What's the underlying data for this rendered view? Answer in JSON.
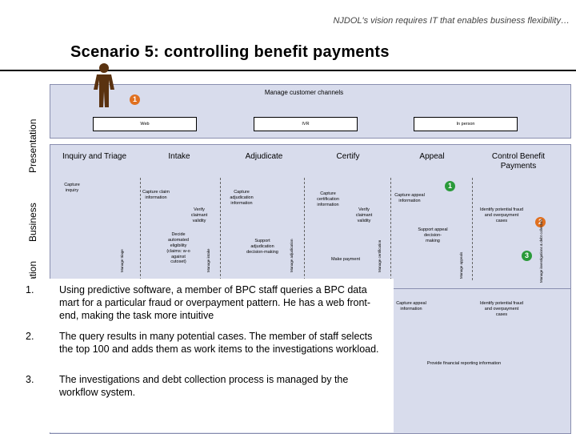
{
  "header": {
    "tagline": "NJDOL's vision requires IT that enables business flexibility…"
  },
  "title": "Scenario 5: controlling benefit payments",
  "bands": {
    "presentation": "Presentation",
    "business": "Business",
    "integration": "ation"
  },
  "channels": {
    "title": "Manage customer channels",
    "marker": "1",
    "web": "Web",
    "ivr": "IVR",
    "in_person": "In person"
  },
  "stages": [
    "Inquiry and Triage",
    "Intake",
    "Adjudicate",
    "Certify",
    "Appeal",
    "Control Benefit Payments"
  ],
  "process": {
    "capture_inquiry": "Capture inquiry",
    "capture_claim": "Capture claim information",
    "verify_claimant_1": "Verify claimant validity",
    "decide_eligibility": "Decide automated eligibility (claims: w-o against cutoset)",
    "capture_adjudication": "Capture adjudication information",
    "support_adjudication": "Support adjudication decision-making",
    "capture_certification": "Capture certification information",
    "verify_claimant_2": "Verify claimant validity",
    "make_payment": "Make payment",
    "capture_appeal": "Capture appeal information",
    "support_appeal": "Support appeal decision-making",
    "identify_fraud": "Identify potential fraud and overpayment cases",
    "capture_appeal_lower": "Capture appeal information",
    "identify_fraud_lower": "Identify potential fraud and overpayment cases",
    "provide_reporting": "Provide financial reporting information"
  },
  "vertical_labels": {
    "manage_triage": "Manage triage",
    "manage_intake": "Manage intake",
    "manage_adjudication": "Manage adjudication",
    "manage_certification": "Manage certification",
    "manage_appeals": "Manage appeals",
    "manage_investigations": "Manage investigations & debt collection"
  },
  "markers": {
    "appeal": "1",
    "fraud": "2",
    "investigations": "3"
  },
  "notes": [
    {
      "num": "1.",
      "text": "Using predictive software, a member of BPC staff queries a BPC data mart for a particular fraud or overpayment pattern. He has a web front-end, making the task more intuitive"
    },
    {
      "num": "2.",
      "text": "The query results in many potential cases. The member of staff selects the top 100 and adds them as work items to the investigations workload."
    },
    {
      "num": "3.",
      "text": "The investigations and debt collection process is managed by the workflow system."
    }
  ],
  "colors": {
    "band": "#d8dcec",
    "marker_orange": "#e07020",
    "marker_green": "#2a9a3a",
    "figure": "#5a3210"
  },
  "icons": {
    "person": "person-icon"
  }
}
